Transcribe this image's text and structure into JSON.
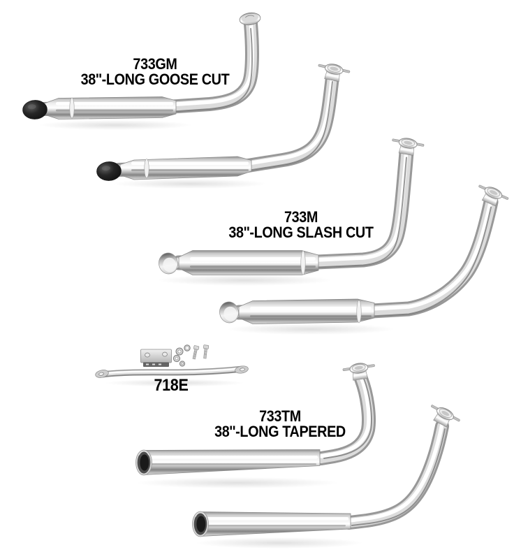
{
  "page": {
    "background_color": "#ffffff",
    "label_text_color": "#000000"
  },
  "products": [
    {
      "part_number": "733GM",
      "description": "38''-LONG GOOSE CUT"
    },
    {
      "part_number": "733M",
      "description": "38''-LONG SLASH CUT"
    },
    {
      "part_number": "718E",
      "description": ""
    },
    {
      "part_number": "733TM",
      "description": "38''-LONG TAPERED"
    }
  ],
  "colors": {
    "chrome_highlight": "#ffffff",
    "chrome_mid": "#d8d8d8",
    "chrome_shadow": "#8f8f8f",
    "rubber_tip_black": "#1a1a1a"
  }
}
